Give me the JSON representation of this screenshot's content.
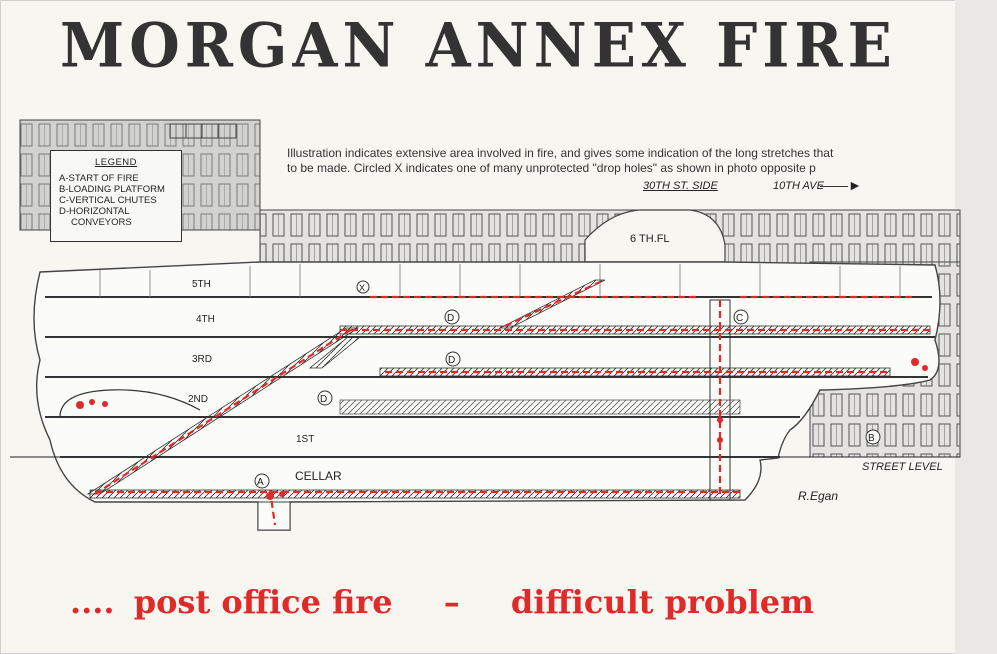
{
  "headline": "MORGAN ANNEX FIRE",
  "caption": {
    "line1": "Illustration indicates extensive area involved in fire, and gives some indication of the long stretches that",
    "line2": "to be made. Circled X indicates one of many unprotected \"drop holes\" as shown in photo opposite p"
  },
  "direction": {
    "street": "30TH ST. SIDE",
    "avenue": "10TH AVE"
  },
  "legend": {
    "title": "LEGEND",
    "items": [
      "A-START OF FIRE",
      "B-LOADING PLATFORM",
      "C-VERTICAL CHUTES",
      "D-HORIZONTAL"
    ],
    "items_continued": "CONVEYORS"
  },
  "floors": {
    "sixth": "6 TH.FL",
    "fifth": "5TH",
    "fourth": "4TH",
    "third": "3RD",
    "second": "2ND",
    "first": "1ST",
    "cellar": "CELLAR"
  },
  "markers": {
    "a": "A",
    "b": "B",
    "c": "C",
    "d": "D",
    "x": "X"
  },
  "street_level": "STREET LEVEL",
  "signature": "R.Egan",
  "bottom": {
    "dots": "....",
    "part1": "post office fire",
    "dash": "–",
    "part2": "difficult problem"
  },
  "colors": {
    "accent_red": "#e02a2a",
    "ink": "#2a2a2a",
    "paper": "#f7f6f1"
  }
}
